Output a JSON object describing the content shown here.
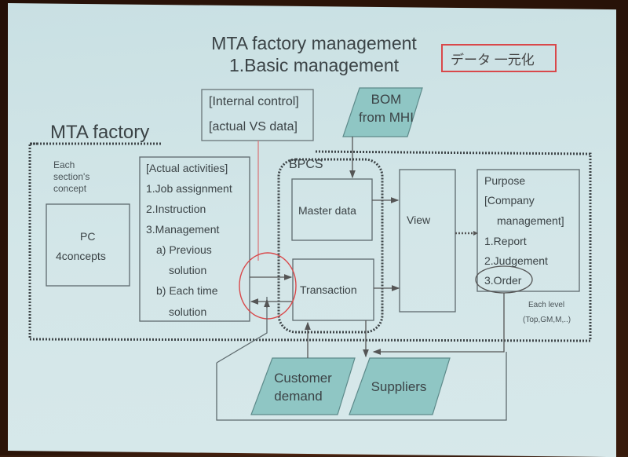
{
  "slide": {
    "title_line1": "MTA factory management",
    "title_line2": "1.Basic management",
    "highlight_box": "データ 一元化",
    "accent_color": "#d9484a",
    "shape_fill_color": "#8fc6c4",
    "background_color": "#d3e6e8"
  },
  "internal_control": {
    "line1": "[Internal control]",
    "line2": "[actual VS data]"
  },
  "bom": {
    "line1": "BOM",
    "line2": "from MHI"
  },
  "factory": {
    "label": "MTA factory",
    "section_concept": [
      "Each",
      "section's",
      "concept"
    ],
    "pc_box": {
      "line1": "PC",
      "line2": "4concepts"
    },
    "activities": {
      "header": "[Actual activities]",
      "items": [
        "1.Job assignment",
        "2.Instruction",
        "3.Management",
        "a) Previous",
        "solution",
        "b) Each time",
        "solution"
      ]
    },
    "bpcs": {
      "label": "BPCS",
      "master_data": "Master data",
      "transaction": "Transaction"
    },
    "view": "View",
    "purpose": {
      "items": [
        "Purpose",
        "[Company",
        "management]",
        "1.Report",
        "2.Judgement",
        "3.Order"
      ]
    },
    "each_level": [
      "Each level",
      "(Top,GM,M,..)"
    ]
  },
  "external": {
    "customer_demand": {
      "line1": "Customer",
      "line2": "demand"
    },
    "suppliers": "Suppliers"
  }
}
